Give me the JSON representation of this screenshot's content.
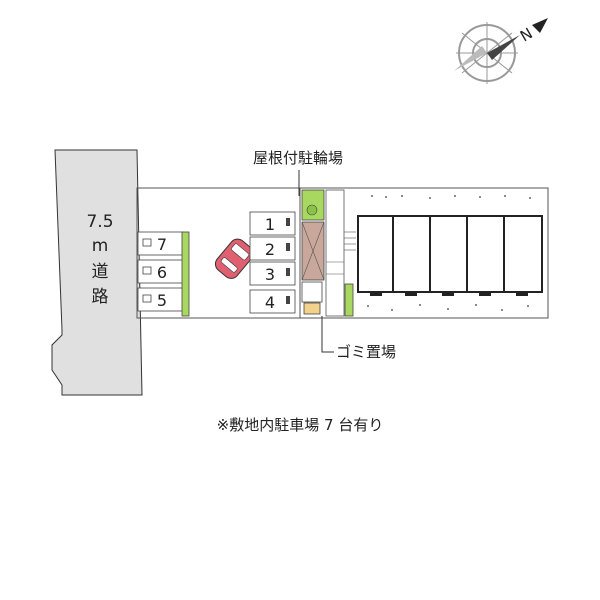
{
  "road": {
    "width_label": "7.5",
    "unit_label": "m",
    "name_chars": [
      "道",
      "路"
    ]
  },
  "labels": {
    "bicycle_parking": "屋根付駐輪場",
    "garbage_area": "ゴミ置場",
    "note": "※敷地内駐車場 7 台有り"
  },
  "parking_left": [
    "7",
    "6",
    "5"
  ],
  "parking_right": [
    "1",
    "2",
    "3",
    "4"
  ],
  "compass": {
    "north_label": "N"
  },
  "colors": {
    "car": "#e06070",
    "hedge": "#a8d860",
    "bike_area": "#c9a79a",
    "road": "#e0e0e0"
  }
}
